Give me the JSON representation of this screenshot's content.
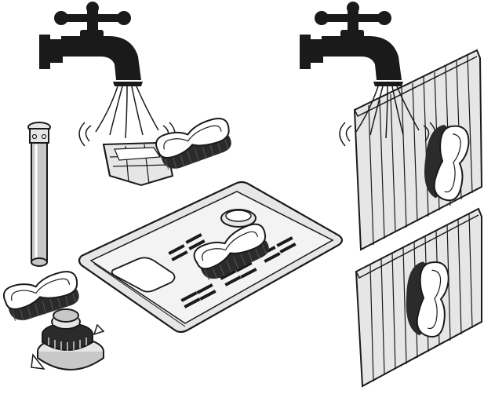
{
  "illustration": {
    "panels": [
      {
        "id": "left",
        "items": [
          "faucet",
          "water-spray",
          "basket-filter",
          "brush",
          "cylinder-filter",
          "brush",
          "flat-filter-tray",
          "brush",
          "round-filter"
        ]
      },
      {
        "id": "right",
        "items": [
          "faucet",
          "water-spray",
          "ribbed-filter-upper",
          "brush",
          "ribbed-filter-lower",
          "brush"
        ]
      }
    ],
    "colors": {
      "ink": "#1a1a1a",
      "fill_light": "#e6e6e6",
      "fill_mid": "#c8c8c8",
      "brush_bristles": "#2b2b2b",
      "background": "#ffffff"
    }
  }
}
